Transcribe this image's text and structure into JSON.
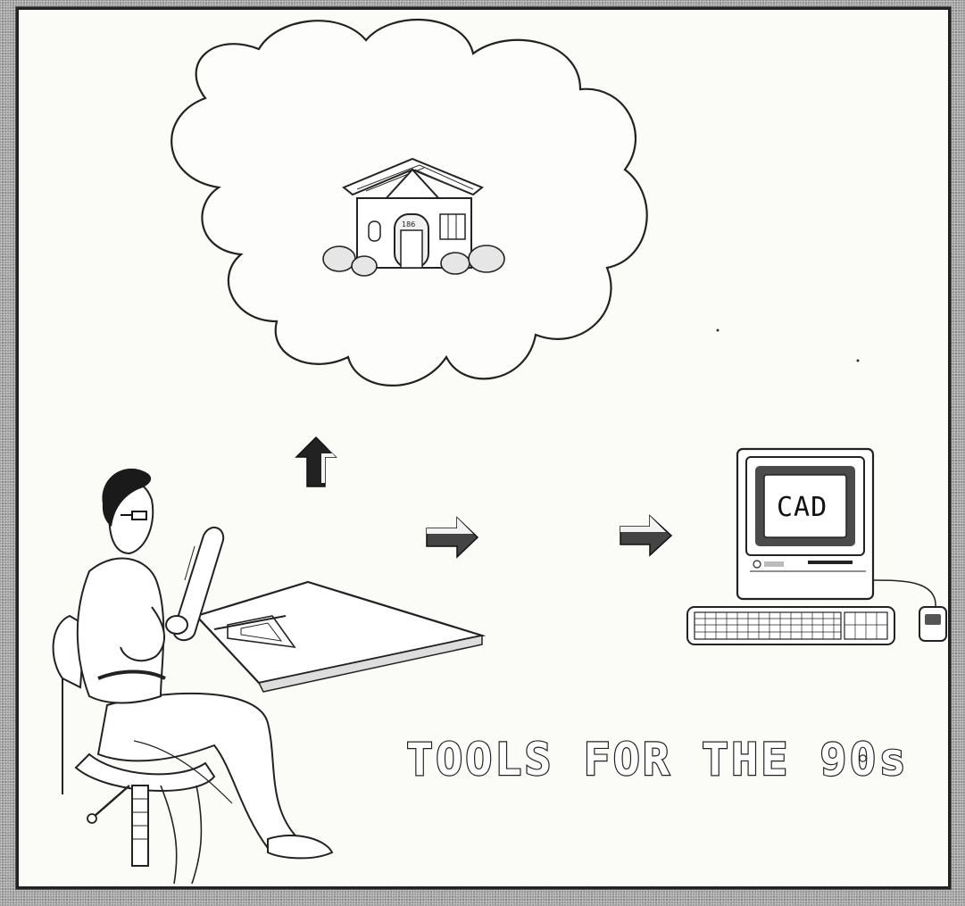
{
  "illustration": {
    "screen_label": "CAD",
    "headline": "TOOLS FOR THE 90s",
    "house_number": "186"
  },
  "icons": {
    "up_arrow": "up-arrow-icon",
    "right_arrow": "right-arrow-icon",
    "house": "house-icon",
    "computer": "computer-icon",
    "mouse": "mouse-icon",
    "keyboard": "keyboard-icon"
  }
}
